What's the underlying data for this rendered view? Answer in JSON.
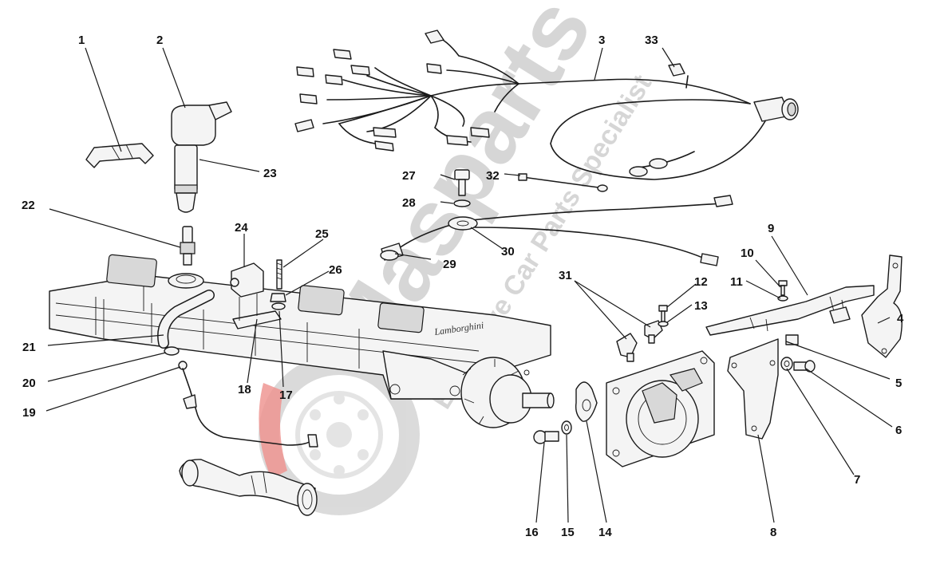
{
  "watermark": {
    "brand": "Masparts",
    "tagline": "Exclusive Car Parts Specialist",
    "accent_color": "#e0403a",
    "gray_color": "#8c8c8c"
  },
  "engine_lettering": "Lamborghini",
  "callouts": {
    "c1": "1",
    "c2": "2",
    "c3": "3",
    "c4": "4",
    "c5": "5",
    "c6": "6",
    "c7": "7",
    "c8": "8",
    "c9": "9",
    "c10": "10",
    "c11": "11",
    "c12": "12",
    "c13": "13",
    "c14": "14",
    "c15": "15",
    "c16": "16",
    "c17": "17",
    "c18": "18",
    "c19": "19",
    "c20": "20",
    "c21": "21",
    "c22": "22",
    "c23": "23",
    "c24": "24",
    "c25": "25",
    "c26": "26",
    "c27": "27",
    "c28": "28",
    "c29": "29",
    "c30": "30",
    "c31": "31",
    "c32": "32",
    "c33": "33"
  }
}
